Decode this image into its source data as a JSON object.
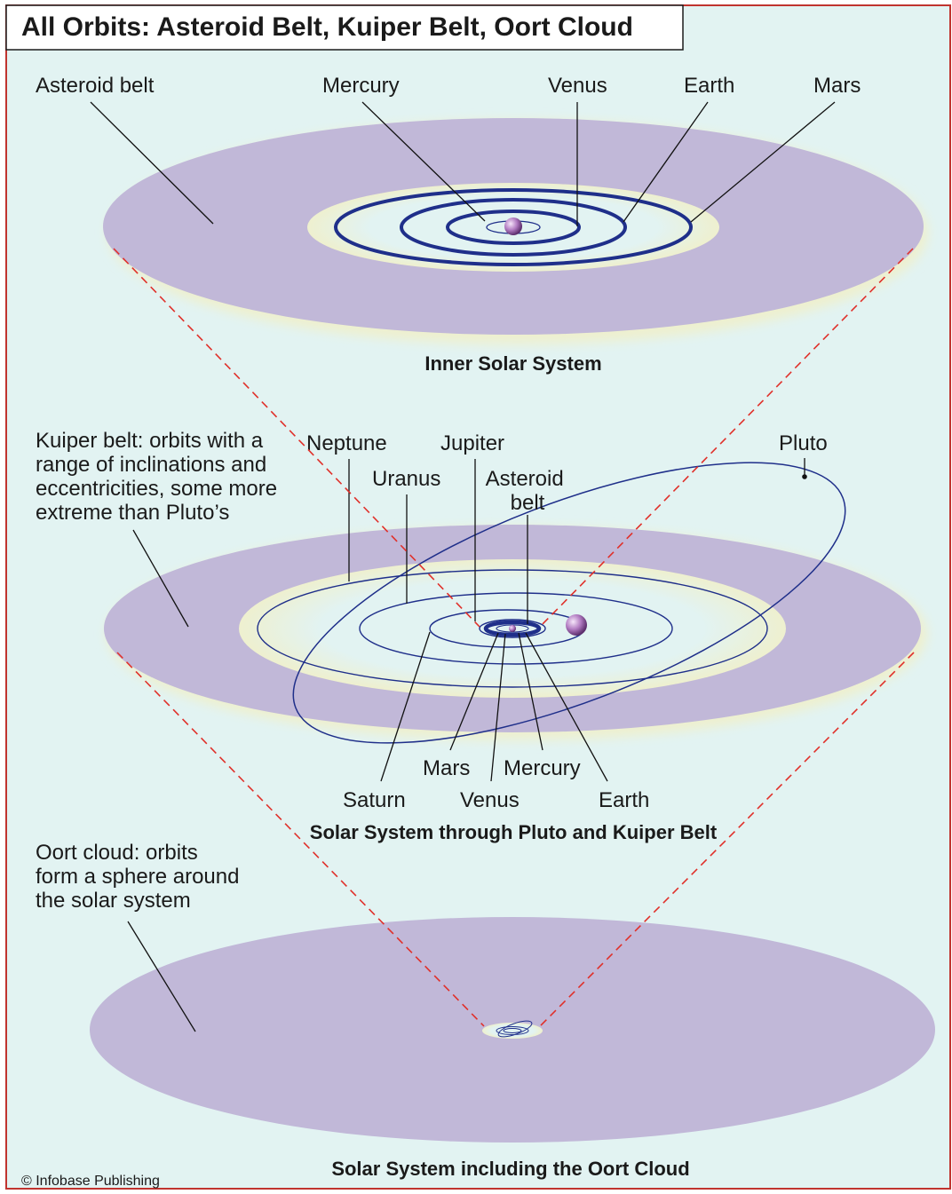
{
  "title": "All Orbits: Asteroid Belt, Kuiper Belt, Oort Cloud",
  "panels": {
    "inner": {
      "caption": "Inner Solar System",
      "labels": {
        "asteroid_belt": "Asteroid belt",
        "mercury": "Mercury",
        "venus": "Venus",
        "earth": "Earth",
        "mars": "Mars"
      }
    },
    "kuiper": {
      "caption": "Solar System through Pluto and Kuiper Belt",
      "description": [
        "Kuiper belt: orbits with a",
        "range of inclinations and",
        "eccentricities, some more",
        "extreme than Pluto’s"
      ],
      "labels": {
        "neptune": "Neptune",
        "jupiter": "Jupiter",
        "pluto": "Pluto",
        "uranus": "Uranus",
        "asteroid_belt": [
          "Asteroid",
          "belt"
        ],
        "mars": "Mars",
        "mercury": "Mercury",
        "saturn": "Saturn",
        "venus": "Venus",
        "earth": "Earth"
      }
    },
    "oort": {
      "caption": "Solar System including the Oort Cloud",
      "description": [
        "Oort cloud: orbits",
        "form a sphere around",
        "the solar system"
      ]
    }
  },
  "copyright": "© Infobase Publishing",
  "colors": {
    "border": "#c0342f",
    "background": "#e2f3f2",
    "disk": "#c1b8d8",
    "disk_glow": "#eef0cf",
    "orbit": "#1f2f8a",
    "connector": "#e0302a",
    "planet": "#b27cc2"
  }
}
